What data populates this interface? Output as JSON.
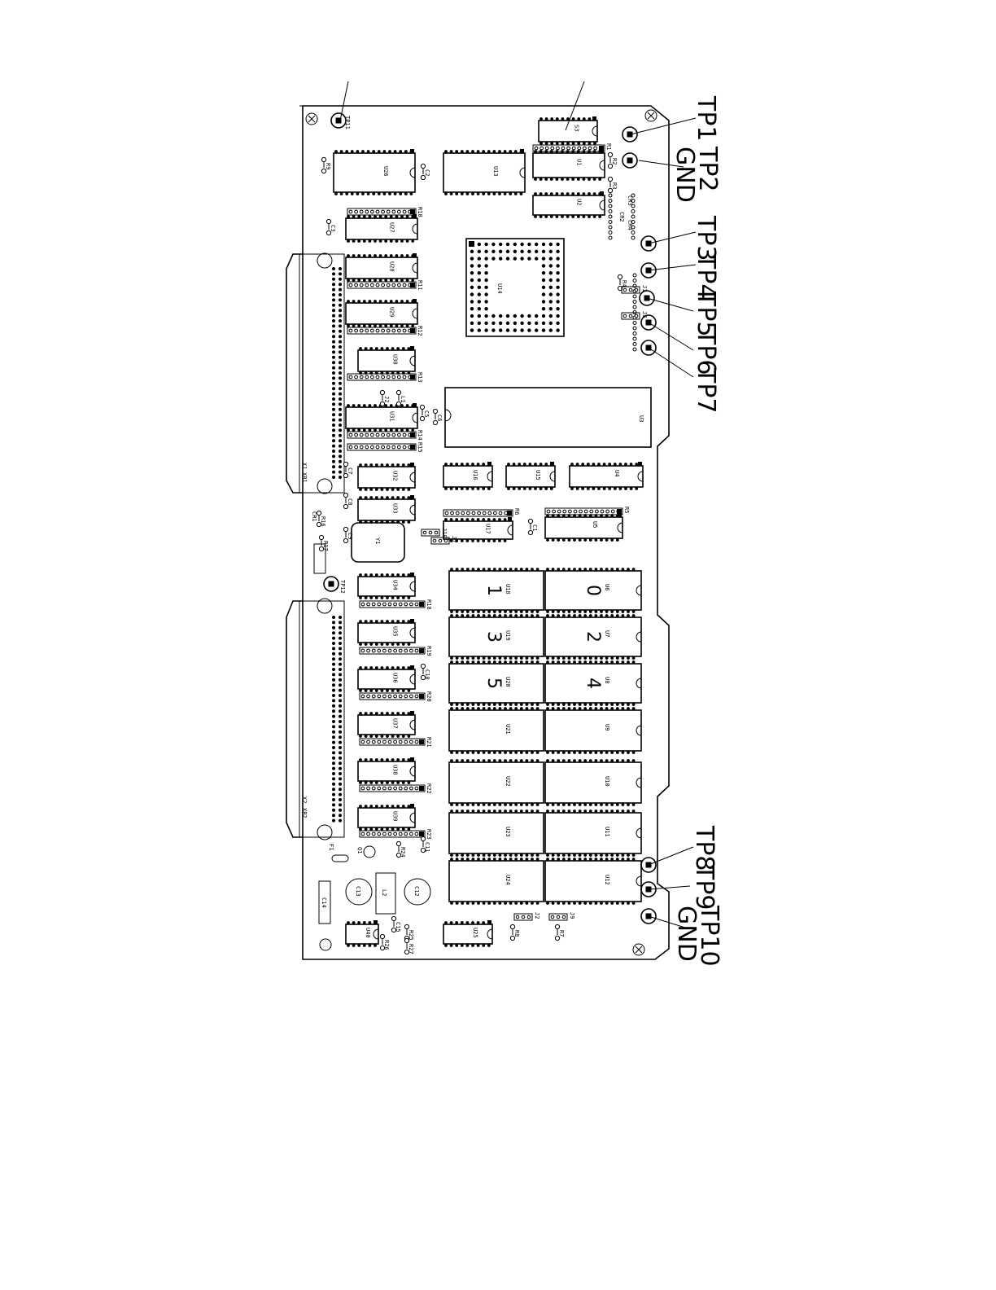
{
  "callouts": {
    "tp1": "TP1",
    "tp2": "TP2",
    "gnd_top": "GND",
    "tp3": "TP3",
    "tp4": "TP4",
    "tp5": "TP5",
    "tp6": "TP6",
    "tp7": "TP7",
    "tp8": "TP8",
    "tp9": "TP9",
    "tp10": "TP10",
    "gnd_bottom": "GND"
  },
  "board_marks": {
    "tp11": "TP11",
    "tp12": "TP12",
    "x1": "X1",
    "xb1": "XB1",
    "x2": "X2",
    "xb2": "XB2",
    "f1": "F1",
    "y1": "Y1",
    "q1": "Q1",
    "l2": "L2",
    "cr1": "CR1"
  },
  "chips": [
    {
      "ref": "U26"
    },
    {
      "ref": "U13"
    },
    {
      "ref": "U1"
    },
    {
      "ref": "U2"
    },
    {
      "ref": "S3"
    },
    {
      "ref": "U14"
    },
    {
      "ref": "U27"
    },
    {
      "ref": "U28"
    },
    {
      "ref": "U29"
    },
    {
      "ref": "U30"
    },
    {
      "ref": "U31"
    },
    {
      "ref": "U32"
    },
    {
      "ref": "U33"
    },
    {
      "ref": "U3"
    },
    {
      "ref": "U16"
    },
    {
      "ref": "U15"
    },
    {
      "ref": "U4"
    },
    {
      "ref": "U17"
    },
    {
      "ref": "U5"
    },
    {
      "ref": "U34"
    },
    {
      "ref": "U35"
    },
    {
      "ref": "U36"
    },
    {
      "ref": "U37"
    },
    {
      "ref": "U38"
    },
    {
      "ref": "U39"
    },
    {
      "ref": "U40"
    },
    {
      "ref": "U25"
    }
  ],
  "memory_banks": [
    {
      "left": "U18",
      "right": "U6",
      "left_digit": "1",
      "right_digit": "0"
    },
    {
      "left": "U19",
      "right": "U7",
      "left_digit": "3",
      "right_digit": "2"
    },
    {
      "left": "U20",
      "right": "U8",
      "left_digit": "5",
      "right_digit": "4"
    },
    {
      "left": "U21",
      "right": "U9",
      "left_digit": "",
      "right_digit": ""
    },
    {
      "left": "U22",
      "right": "U10",
      "left_digit": "",
      "right_digit": ""
    },
    {
      "left": "U23",
      "right": "U11",
      "left_digit": "",
      "right_digit": ""
    },
    {
      "left": "U24",
      "right": "U12",
      "left_digit": "",
      "right_digit": ""
    }
  ],
  "passives": {
    "r9": "R9",
    "c2": "C2",
    "c3": "C3",
    "c5": "C5",
    "c6": "C6",
    "c7": "C7",
    "c8": "C8",
    "c9": "C9",
    "c1": "C1",
    "c10": "C10",
    "c11": "C11",
    "c12": "C12",
    "c13": "C13",
    "c14": "C14",
    "c15": "C15",
    "r10": "R10",
    "r11": "R11",
    "r12": "R12",
    "r13": "R13",
    "r14": "R14",
    "r15": "R15",
    "r16": "R16",
    "r17": "R17",
    "r18": "R18",
    "r19": "R19",
    "r20": "R20",
    "r21": "R21",
    "r22": "R22",
    "r23": "R23",
    "r24": "R24",
    "r25": "R25",
    "r26": "R26",
    "r27": "R27",
    "r8": "R8",
    "r7": "R7",
    "r5": "R5",
    "r6": "R6",
    "j1": "J1",
    "j2": "J2",
    "j7": "J7",
    "j8": "J8",
    "j9": "J9",
    "j10": "J10",
    "l1": "L1",
    "r1": "R1",
    "r2": "R2",
    "r3": "R3",
    "r4": "R4",
    "cr2": "CR2",
    "cr3": "CR3",
    "cr4": "CR4"
  }
}
